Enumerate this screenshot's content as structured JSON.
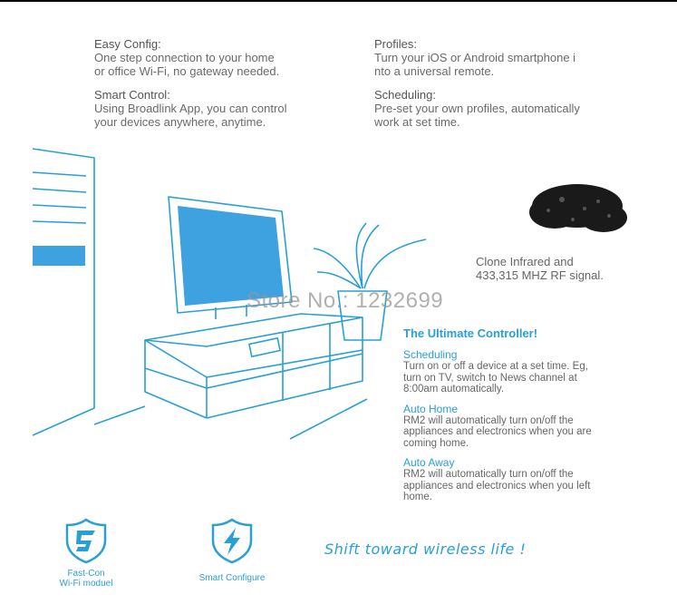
{
  "features": [
    {
      "heading": "Easy Config:",
      "body": "One step connection to your home\nor office Wi-Fi, no gateway needed."
    },
    {
      "heading": "Smart Control:",
      "body": "Using Broadlink App, you can control\nyour devices anywhere, anytime."
    },
    {
      "heading": "Profiles:",
      "body": "Turn your iOS or Android smartphone i\nnto a universal remote."
    },
    {
      "heading": "Scheduling:",
      "body": "Pre-set your own profiles, automatically\nwork at set time."
    }
  ],
  "clone_text": "Clone Infrared and\n433,315 MHZ RF signal.",
  "watermark": "Store No.: 1232699",
  "ultimate": {
    "title": "The Ultimate Controller!",
    "sections": [
      {
        "heading": "Scheduling",
        "body": "Turn on or off a device at a set time. Eg,\nturn on TV, switch to News channel at\n8:00am automatically."
      },
      {
        "heading": "Auto Home",
        "body": "RM2 will automatically turn on/off the\nappliances and electronics when you are\ncoming home."
      },
      {
        "heading": "Auto Away",
        "body": "RM2 will automatically turn on/off the\nappliances and electronics when you left\nhome."
      }
    ]
  },
  "badges": [
    {
      "label": "Fast-Con\nWi-Fi moduel",
      "icon": "fast-con-shield-icon"
    },
    {
      "label": "Smart Configure",
      "icon": "lightning-shield-icon"
    }
  ],
  "slogan": "Shift toward wireless life !",
  "colors": {
    "accent": "#2a9fd6",
    "screen": "#3fa2e0",
    "text": "#666666"
  }
}
